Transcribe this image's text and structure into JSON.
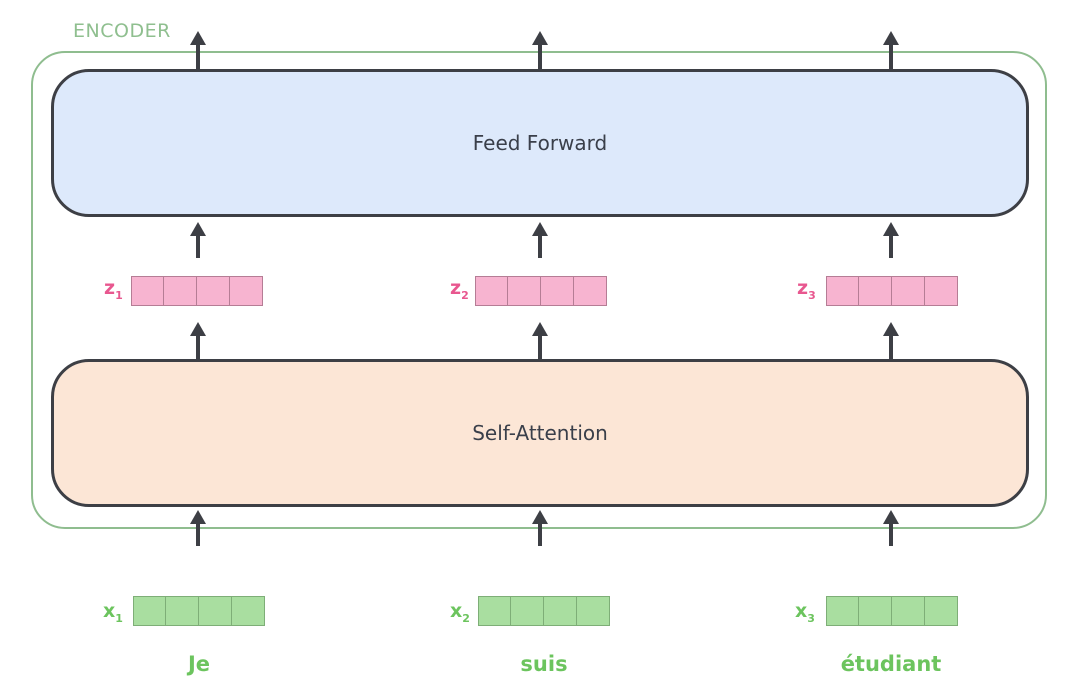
{
  "encoder": {
    "label": "ENCODER",
    "feed_forward_label": "Feed Forward",
    "self_attention_label": "Self-Attention"
  },
  "outputs": [
    {
      "symbol": "z",
      "index": "1"
    },
    {
      "symbol": "z",
      "index": "2"
    },
    {
      "symbol": "z",
      "index": "3"
    }
  ],
  "inputs": [
    {
      "symbol": "x",
      "index": "1",
      "word": "Je"
    },
    {
      "symbol": "x",
      "index": "2",
      "word": "suis"
    },
    {
      "symbol": "x",
      "index": "3",
      "word": "étudiant"
    }
  ],
  "colors": {
    "feed_forward_fill": "#dde9fb",
    "self_attention_fill": "#fce6d6",
    "z_vector": "#f7b4d0",
    "x_vector": "#a9dea0",
    "encoder_border": "#8fbd8f"
  }
}
